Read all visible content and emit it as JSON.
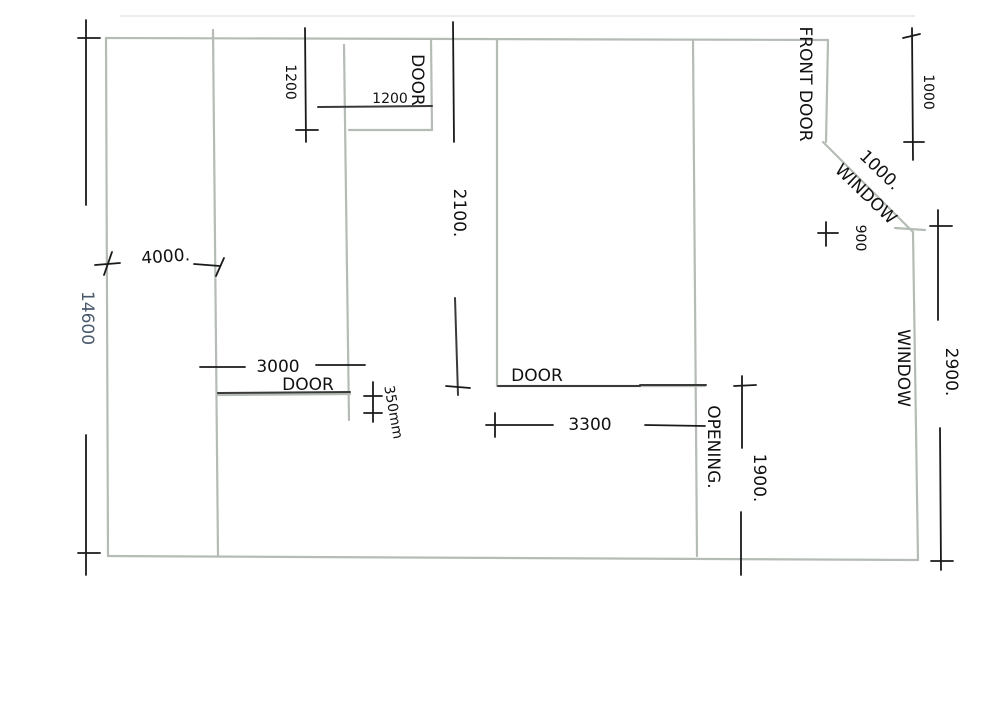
{
  "labels": {
    "overall_height": "14600",
    "left_room_width": "4000.",
    "top_wall_segment": "1200",
    "door_top_left": "DOOR",
    "door_top_width": "1200",
    "hall_height": "2100.",
    "front_door": "FRONT DOOR",
    "front_door_dim": "1000",
    "front_window_dim": "1000.",
    "front_window": "WINDOW",
    "small_window_dim": "900",
    "right_window": "WINDOW",
    "right_window_dim": "2900.",
    "left_room_door_dim": "3000",
    "left_room_door": "DOOR",
    "door_gap": "350mm",
    "hall_door": "DOOR",
    "bottom_width": "3300",
    "opening": "OPENING.",
    "opening_dim": "1900."
  }
}
